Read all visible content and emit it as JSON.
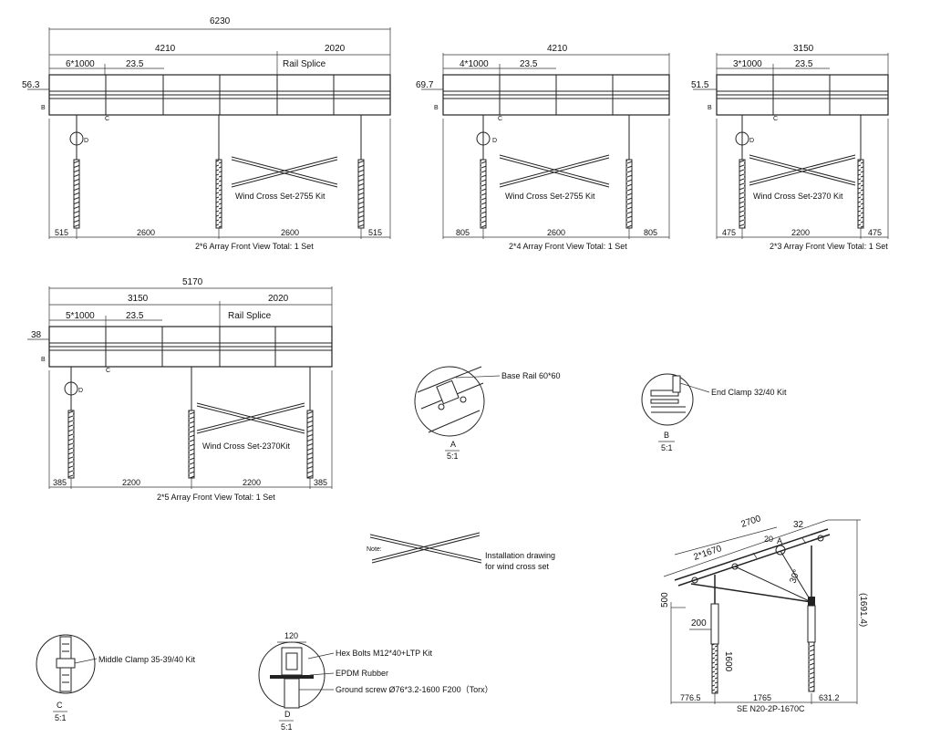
{
  "views": {
    "v26": {
      "total": "6230",
      "part1": "4210",
      "part2": "2020",
      "module": "6*1000",
      "gap": "23.5",
      "splice": "Rail Splice",
      "side": "56.3",
      "tag_b": "B",
      "tag_c": "C",
      "tag_d": "D",
      "wind": "Wind Cross Set-2755 Kit",
      "bottom": [
        "515",
        "2600",
        "2600",
        "515"
      ],
      "caption": "2*6 Array Front View    Total: 1 Set"
    },
    "v24": {
      "total": "4210",
      "module": "4*1000",
      "gap": "23.5",
      "side": "69.7",
      "tag_b": "B",
      "tag_c": "C",
      "tag_d": "D",
      "wind": "Wind Cross Set-2755 Kit",
      "bottom": [
        "805",
        "2600",
        "805"
      ],
      "caption": "2*4 Array Front View    Total: 1 Set"
    },
    "v23": {
      "total": "3150",
      "module": "3*1000",
      "gap": "23.5",
      "side": "51.5",
      "tag_b": "B",
      "tag_c": "C",
      "tag_d": "D",
      "wind": "Wind Cross Set-2370 Kit",
      "bottom": [
        "475",
        "2200",
        "475"
      ],
      "caption": "2*3 Array Front View    Total: 1 Set"
    },
    "v25": {
      "total": "5170",
      "part1": "3150",
      "part2": "2020",
      "module": "5*1000",
      "gap": "23.5",
      "splice": "Rail Splice",
      "side": "38",
      "tag_b": "B",
      "tag_c": "C",
      "tag_d": "D",
      "wind": "Wind Cross Set-2370Kit",
      "bottom": [
        "385",
        "2200",
        "2200",
        "385"
      ],
      "caption": "2*5 Array Front View    Total: 1 Set"
    }
  },
  "details": {
    "a": {
      "label": "Base Rail 60*60",
      "letter": "A",
      "scale": "5:1"
    },
    "b": {
      "label": "End Clamp 32/40 Kit",
      "letter": "B",
      "scale": "5:1"
    },
    "c": {
      "label": "Middle Clamp 35-39/40 Kit",
      "letter": "C",
      "scale": "5:1"
    },
    "d": {
      "width": "120",
      "l1": "Hex Bolts M12*40+LTP Kit",
      "l2": "EPDM Rubber",
      "l3": "Ground screw Ø76*3.2-1600 F200（Torx）",
      "letter": "D",
      "scale": "5:1"
    }
  },
  "note": {
    "note": "Note:",
    "line1": "Installation drawing",
    "line2": "for wind cross set"
  },
  "side_view": {
    "rail_len": "2700",
    "cap": "32",
    "mod": "2*1670",
    "d20": "20",
    "tag_a": "A",
    "angle": "30°",
    "h1": "500",
    "h2": "(1691.4)",
    "w200": "200",
    "pile": "1600",
    "b1": "776.5",
    "b2": "1765",
    "b3": "631.2",
    "model": "SE N20-2P-1670C"
  }
}
